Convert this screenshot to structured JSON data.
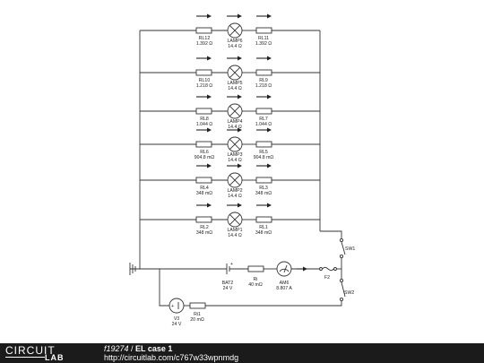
{
  "rungs": [
    {
      "left": {
        "name": "RL12",
        "value": "1.392 Ω"
      },
      "lamp": {
        "name": "LAMP6",
        "value": "14.4 Ω"
      },
      "right": {
        "name": "RL11",
        "value": "1.392 Ω"
      }
    },
    {
      "left": {
        "name": "RL10",
        "value": "1.218 Ω"
      },
      "lamp": {
        "name": "LAMP5",
        "value": "14.4 Ω"
      },
      "right": {
        "name": "RL9",
        "value": "1.218 Ω"
      }
    },
    {
      "left": {
        "name": "RL8",
        "value": "1.044 Ω"
      },
      "lamp": {
        "name": "LAMP4",
        "value": "14.4 Ω"
      },
      "right": {
        "name": "RL7",
        "value": "1.044 Ω"
      }
    },
    {
      "left": {
        "name": "RL6",
        "value": "904.8 mΩ"
      },
      "lamp": {
        "name": "LAMP3",
        "value": "14.4 Ω"
      },
      "right": {
        "name": "RL5",
        "value": "904.8 mΩ"
      }
    },
    {
      "left": {
        "name": "RL4",
        "value": "348 mΩ"
      },
      "lamp": {
        "name": "LAMP2",
        "value": "14.4 Ω"
      },
      "right": {
        "name": "RL3",
        "value": "348 mΩ"
      }
    },
    {
      "left": {
        "name": "RL2",
        "value": "348 mΩ"
      },
      "lamp": {
        "name": "LAMP1",
        "value": "14.4 Ω"
      },
      "right": {
        "name": "RL1",
        "value": "348 mΩ"
      }
    }
  ],
  "supply": {
    "battery": {
      "name": "BAT2",
      "value": "24 V"
    },
    "ri": {
      "name": "Ri",
      "value": "40 mΩ"
    },
    "ammeter": {
      "name": "AM6",
      "value": "8.807 A"
    },
    "fuse": {
      "name": "F2"
    },
    "sw1": {
      "name": "SW1"
    },
    "sw2": {
      "name": "SW2"
    },
    "source": {
      "name": "V3",
      "value": "24 V"
    },
    "ri1": {
      "name": "Ri1",
      "value": "20 mΩ"
    }
  },
  "footer": {
    "logo_top": "CIRCUIT",
    "logo_bottom": "LAB",
    "circuit_id": "f19274",
    "separator": " / ",
    "circuit_name": "EL case 1",
    "url": "http://circuitlab.com/c767w33wpnmdg"
  }
}
